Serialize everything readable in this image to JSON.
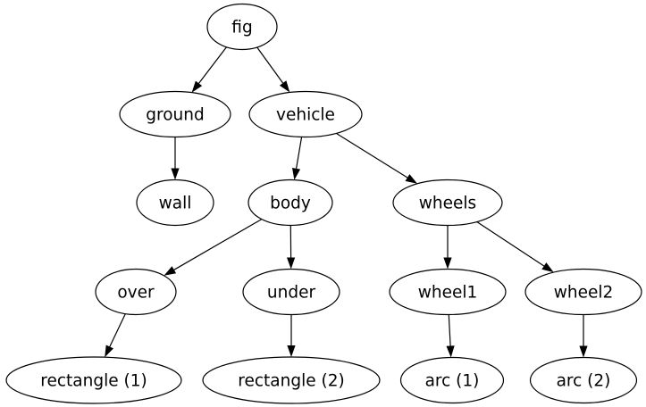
{
  "diagram": {
    "type": "directed-graph",
    "background_color": "#ffffff",
    "node_fill": "#ffffff",
    "node_stroke": "#000000",
    "text_color": "#000000",
    "edge_color": "#000000",
    "nodes": [
      {
        "id": "fig",
        "label": "fig"
      },
      {
        "id": "ground",
        "label": "ground"
      },
      {
        "id": "vehicle",
        "label": "vehicle"
      },
      {
        "id": "wall",
        "label": "wall"
      },
      {
        "id": "body",
        "label": "body"
      },
      {
        "id": "wheels",
        "label": "wheels"
      },
      {
        "id": "over",
        "label": "over"
      },
      {
        "id": "under",
        "label": "under"
      },
      {
        "id": "wheel1",
        "label": "wheel1"
      },
      {
        "id": "wheel2",
        "label": "wheel2"
      },
      {
        "id": "rect1",
        "label": "rectangle (1)"
      },
      {
        "id": "rect2",
        "label": "rectangle (2)"
      },
      {
        "id": "arc1",
        "label": "arc (1)"
      },
      {
        "id": "arc2",
        "label": "arc (2)"
      }
    ],
    "edges": [
      {
        "from": "fig",
        "to": "ground"
      },
      {
        "from": "fig",
        "to": "vehicle"
      },
      {
        "from": "ground",
        "to": "wall"
      },
      {
        "from": "vehicle",
        "to": "body"
      },
      {
        "from": "vehicle",
        "to": "wheels"
      },
      {
        "from": "body",
        "to": "over"
      },
      {
        "from": "body",
        "to": "under"
      },
      {
        "from": "wheels",
        "to": "wheel1"
      },
      {
        "from": "wheels",
        "to": "wheel2"
      },
      {
        "from": "over",
        "to": "rect1"
      },
      {
        "from": "under",
        "to": "rect2"
      },
      {
        "from": "wheel1",
        "to": "arc1"
      },
      {
        "from": "wheel2",
        "to": "arc2"
      }
    ]
  }
}
